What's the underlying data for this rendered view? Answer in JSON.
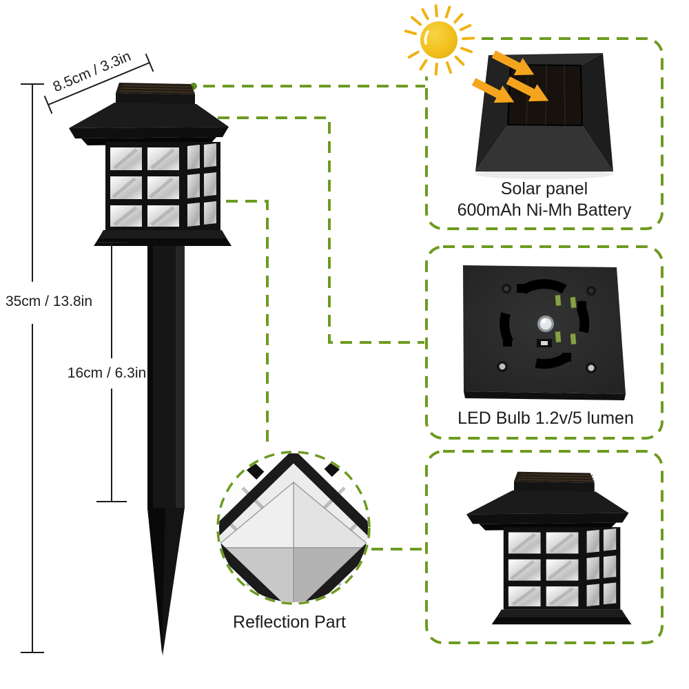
{
  "page": {
    "background": "#ffffff"
  },
  "dimensions": {
    "head_width": "8.5cm / 3.3in",
    "total_height": "35cm / 13.8in",
    "stake_height": "16cm / 6.3in"
  },
  "callouts": {
    "solar": {
      "line1": "Solar panel",
      "line2": "600mAh Ni-Mh Battery"
    },
    "led": {
      "label": "LED Bulb 1.2v/5 lumen"
    },
    "reflection": {
      "label": "Reflection Part"
    }
  },
  "colors": {
    "callout_green": "#6c9b20",
    "dot_green": "#5d8f1e",
    "sun_yellow": "#f2c01c",
    "arrow_orange": "#f5a51d",
    "dimension_line": "#1a1a1a",
    "product_black": "#121212"
  }
}
